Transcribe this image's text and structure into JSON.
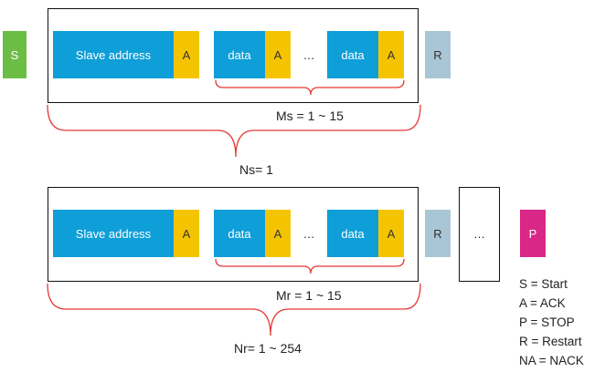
{
  "colors": {
    "start": "#6CBD45",
    "blue": "#0E9ED8",
    "yellow": "#F5C400",
    "restart": "#A9C6D6",
    "stop": "#D92787",
    "brace": "#E53935"
  },
  "top": {
    "start": "S",
    "slave_address": "Slave address",
    "ack1": "A",
    "data1": "data",
    "ack2": "A",
    "ellipsis": "…",
    "data2": "data",
    "ack3": "A",
    "restart": "R",
    "inner_brace_label": "Ms = 1 ~ 15",
    "outer_brace_label": "Ns= 1"
  },
  "bottom": {
    "slave_address": "Slave address",
    "ack1": "A",
    "data1": "data",
    "ack2": "A",
    "ellipsis": "…",
    "data2": "data",
    "ack3": "A",
    "restart": "R",
    "more": "…",
    "stop": "P",
    "inner_brace_label": "Mr = 1 ~ 15",
    "outer_brace_label": "Nr= 1 ~ 254"
  },
  "legend": {
    "s": "S = Start",
    "a": "A = ACK",
    "p": "P = STOP",
    "r": "R = Restart",
    "na": "NA = NACK"
  }
}
